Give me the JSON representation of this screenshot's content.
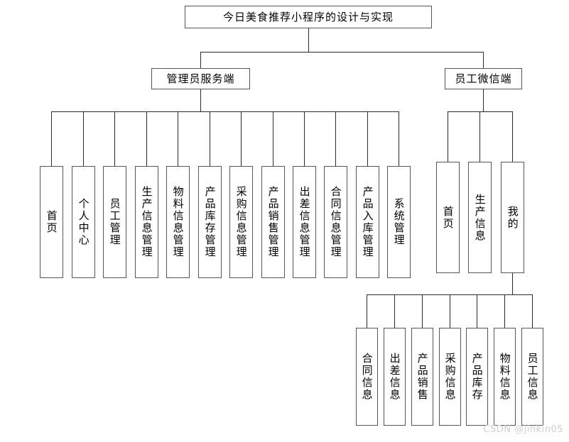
{
  "diagram": {
    "type": "tree-hierarchy",
    "title_node": {
      "label": "今日美食推荐小程序的设计与实现"
    },
    "branches": [
      {
        "key": "admin",
        "label": "管理员服务端",
        "children": [
          {
            "label": "首页"
          },
          {
            "label": "个人中心"
          },
          {
            "label": "员工管理"
          },
          {
            "label": "生产信息管理"
          },
          {
            "label": "物料信息管理"
          },
          {
            "label": "产品库存管理"
          },
          {
            "label": "采购信息管理"
          },
          {
            "label": "产品销售管理"
          },
          {
            "label": "出差信息管理"
          },
          {
            "label": "合同信息管理"
          },
          {
            "label": "产品入库管理"
          },
          {
            "label": "系统管理"
          }
        ]
      },
      {
        "key": "wechat",
        "label": "员工微信端",
        "children": [
          {
            "label": "首页"
          },
          {
            "label": "生产信息"
          },
          {
            "label": "我的"
          }
        ],
        "sub_branch": {
          "parent": "我的",
          "children": [
            {
              "label": "合同信息"
            },
            {
              "label": "出差信息"
            },
            {
              "label": "产品销售"
            },
            {
              "label": "采购信息"
            },
            {
              "label": "产品库存"
            },
            {
              "label": "物料信息"
            },
            {
              "label": "员工信息"
            }
          ]
        }
      }
    ]
  },
  "watermark": {
    "text": "CSDN @jinkin05"
  },
  "colors": {
    "background": "#ffffff",
    "box_border": "#55565a",
    "connector": "#2b2b2b",
    "text": "#000000",
    "watermark": "#cfcfcf"
  }
}
